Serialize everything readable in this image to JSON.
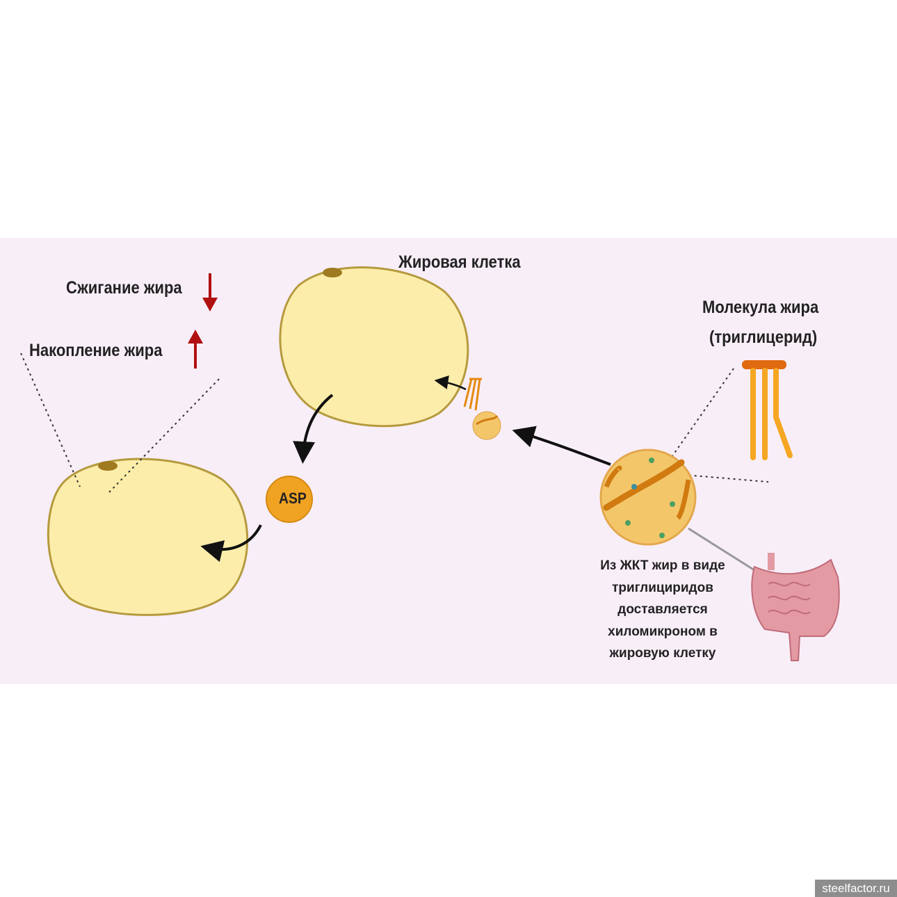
{
  "labels": {
    "fat_burning": "Сжигание жира",
    "fat_storage": "Накопление жира",
    "fat_cell": "Жировая клетка",
    "fat_molecule_line1": "Молекула жира",
    "fat_molecule_line2": "(триглицерид)",
    "asp": "ASP",
    "caption": [
      "Из ЖКТ жир в виде",
      "триглициридов",
      "доставляется",
      "хиломикроном в",
      "жировую клетку"
    ]
  },
  "indicators": {
    "fat_burning": "down",
    "fat_storage": "up"
  },
  "colors": {
    "panel": "#f8eef8",
    "cell_fill": "#fcedaa",
    "cell_border": "#b59a3e",
    "orange": "#f0a323",
    "arrow_red": "#b01010"
  },
  "watermark": "steelfactor.ru"
}
